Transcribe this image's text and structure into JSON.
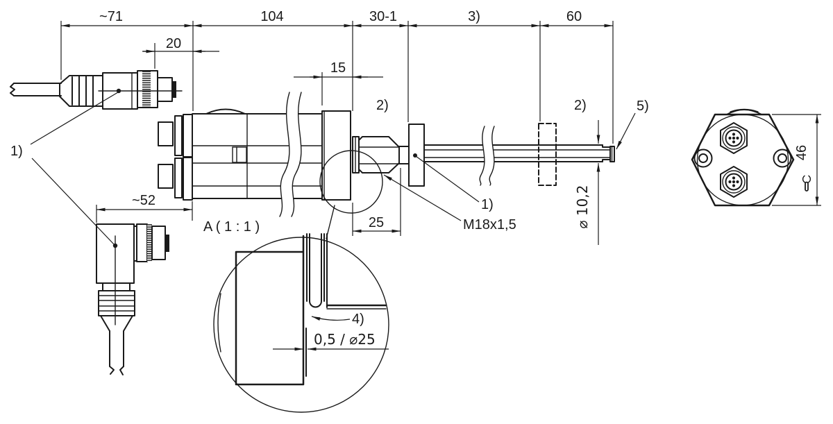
{
  "dims": {
    "t71": "~71",
    "t104": "104",
    "t301": "30-1",
    "t3": "3)",
    "t60": "60",
    "t20": "20",
    "t15": "15",
    "t52": "~52",
    "t25": "25",
    "rod_dia": "⌀ 10,2",
    "thread": "M18x1,5",
    "step": "0,5 / ⌀25",
    "flats": "46"
  },
  "labels": {
    "detail_title": "A  ( 1 : 1 )",
    "note1_left": "1)",
    "note1_thread": "1)",
    "note2_a": "2)",
    "note2_b": "2)",
    "note4": "4)",
    "note5": "5)"
  },
  "colors": {
    "line": "#1a1a1a",
    "background": "#ffffff"
  }
}
